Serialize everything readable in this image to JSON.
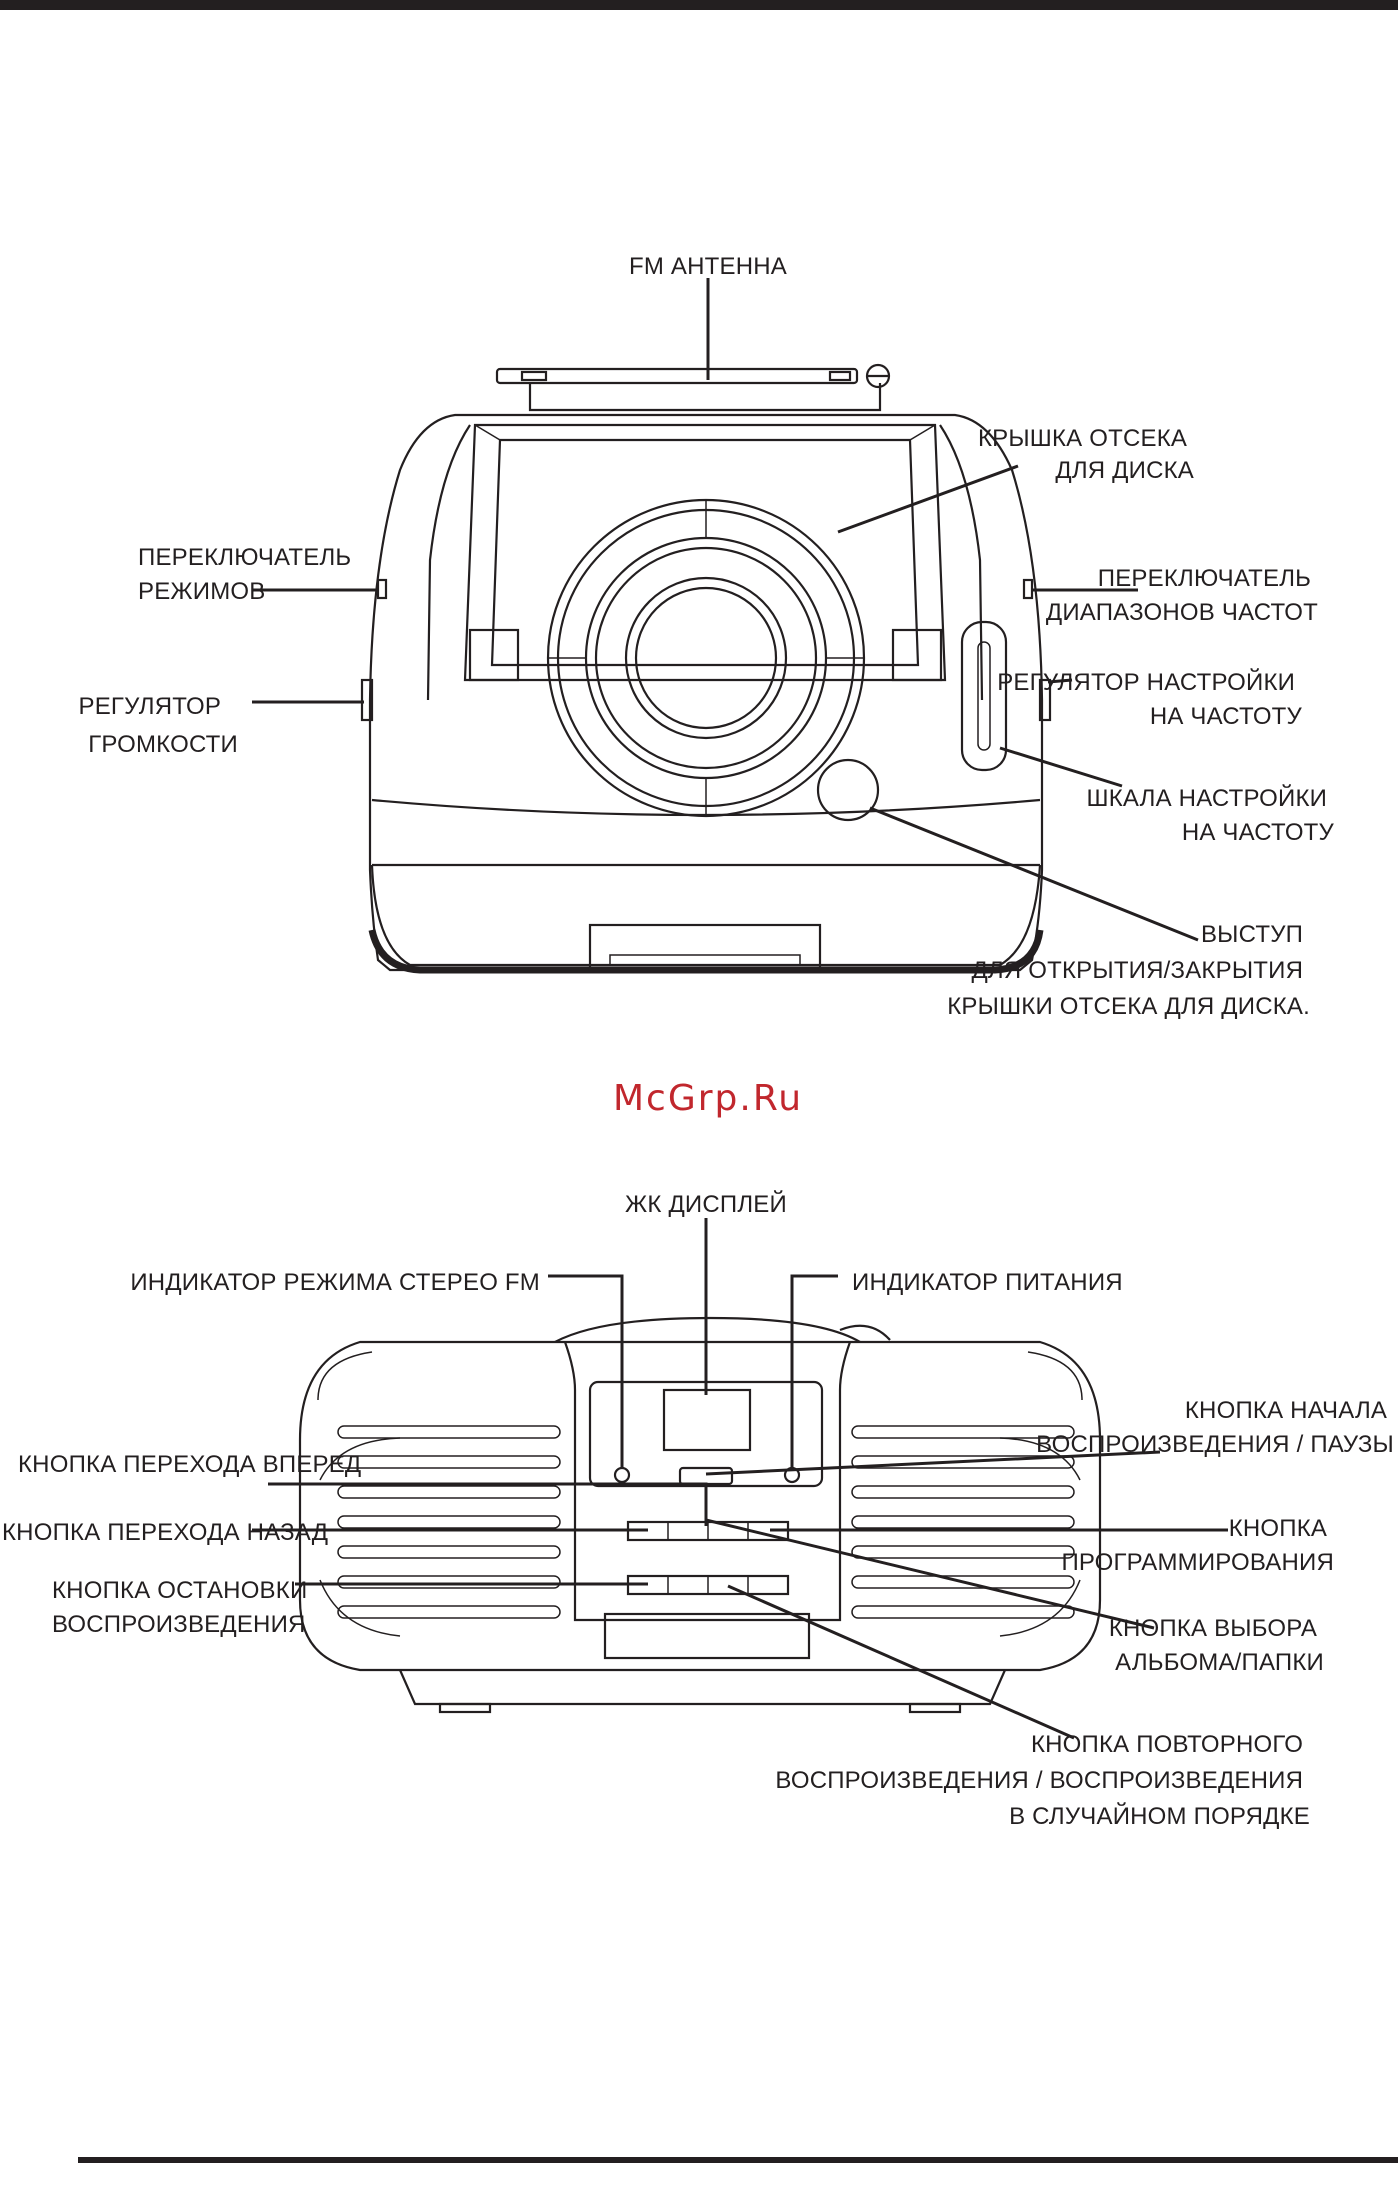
{
  "watermark": "McGrp.Ru",
  "device_top_view": {
    "labels": {
      "fm_antenna": [
        "FM АНТЕННА"
      ],
      "disc_lid": [
        "КРЫШКА ОТСЕКА",
        "ДЛЯ ДИСКА"
      ],
      "mode_switch": [
        "ПЕРЕКЛЮЧАТЕЛЬ",
        "РЕЖИМОВ"
      ],
      "band_switch": [
        "ПЕРЕКЛЮЧАТЕЛЬ",
        "ДИАПАЗОНОВ ЧАСТОТ"
      ],
      "volume_knob": [
        "РЕГУЛЯТОР",
        "ГРОМКОСТИ"
      ],
      "tuning_knob": [
        "РЕГУЛЯТОР НАСТРОЙКИ",
        "НА ЧАСТОТУ"
      ],
      "tuning_scale": [
        "ШКАЛА НАСТРОЙКИ",
        "НА ЧАСТОТУ"
      ],
      "lid_tab": [
        "ВЫСТУП",
        "ДЛЯ ОТКРЫТИЯ/ЗАКРЫТИЯ",
        "КРЫШКИ  ОТСЕКА ДЛЯ ДИСКА."
      ]
    }
  },
  "device_front_view": {
    "labels": {
      "lcd": [
        "ЖК ДИСПЛЕЙ"
      ],
      "stereo_led": [
        "ИНДИКАТОР РЕЖИМА СТЕРЕО FM"
      ],
      "power_led": [
        "ИНДИКАТОР ПИТАНИЯ"
      ],
      "play_pause": [
        "КНОПКА НАЧАЛА",
        "ВОСПРОИЗВЕДЕНИЯ / ПАУЗЫ"
      ],
      "skip_forward": [
        "КНОПКА ПЕРЕХОДА ВПЕРЕД"
      ],
      "skip_back": [
        "КНОПКА ПЕРЕХОДА НАЗАД"
      ],
      "program": [
        "КНОПКА",
        "ПРОГРАММИРОВАНИЯ"
      ],
      "stop": [
        "КНОПКА ОСТАНОВКИ",
        "ВОСПРОИЗВЕДЕНИЯ"
      ],
      "album": [
        "КНОПКА ВЫБОРА",
        "АЛЬБОМА/ПАПКИ"
      ],
      "repeat_random": [
        "КНОПКА ПОВТОРНОГО",
        "ВОСПРОИЗВЕДЕНИЯ / ВОСПРОИЗВЕДЕНИЯ",
        "В СЛУЧАЙНОМ ПОРЯДКЕ"
      ]
    }
  }
}
